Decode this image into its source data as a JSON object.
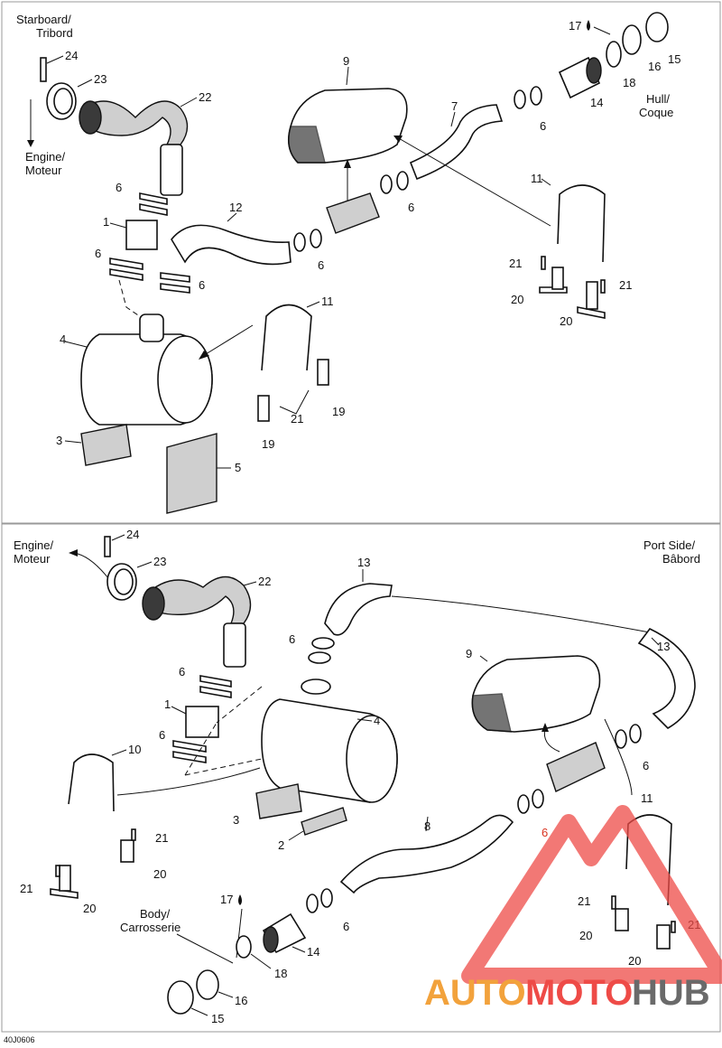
{
  "panels": {
    "top": {
      "side_label": [
        "Starboard/",
        "Tribord"
      ],
      "engine_label": [
        "Engine/",
        "Moteur"
      ],
      "hull_label": [
        "Hull/",
        "Coque"
      ],
      "callouts": {
        "c1": "1",
        "c3": "3",
        "c4": "4",
        "c5": "5",
        "c6a": "6",
        "c6b": "6",
        "c6c": "6",
        "c6d": "6",
        "c6e": "6",
        "c6f": "6",
        "c7": "7",
        "c9": "9",
        "c11a": "11",
        "c11b": "11",
        "c12": "12",
        "c14": "14",
        "c15": "15",
        "c16": "16",
        "c17": "17",
        "c18": "18",
        "c19a": "19",
        "c19b": "19",
        "c20a": "20",
        "c20b": "20",
        "c21a": "21",
        "c21b": "21",
        "c21c": "21",
        "c22": "22",
        "c23": "23",
        "c24": "24"
      }
    },
    "bottom": {
      "side_label": [
        "Port Side/",
        "Bâbord"
      ],
      "engine_label": [
        "Engine/",
        "Moteur"
      ],
      "body_label": [
        "Body/",
        "Carrosserie"
      ],
      "callouts": {
        "c1": "1",
        "c2": "2",
        "c3": "3",
        "c4": "4",
        "c6a": "6",
        "c6b": "6",
        "c6c": "6",
        "c6d": "6",
        "c6e": "6",
        "c6f": "6",
        "c8": "8",
        "c9": "9",
        "c10": "10",
        "c11": "11",
        "c13a": "13",
        "c13b": "13",
        "c14": "14",
        "c15": "15",
        "c16": "16",
        "c17": "17",
        "c18": "18",
        "c20a": "20",
        "c20b": "20",
        "c20c": "20",
        "c20d": "20",
        "c21a": "21",
        "c21b": "21",
        "c21c": "21",
        "c21d": "21",
        "c22": "22",
        "c23": "23",
        "c24": "24"
      }
    }
  },
  "figure_code": "40J0606",
  "watermark": {
    "part1": "AUTO",
    "part2": "MOTO",
    "part3": "HUB"
  },
  "colors": {
    "watermark_orange": "#f2a23c",
    "watermark_red": "#ee4b47",
    "watermark_grey": "#6a6a6a"
  }
}
